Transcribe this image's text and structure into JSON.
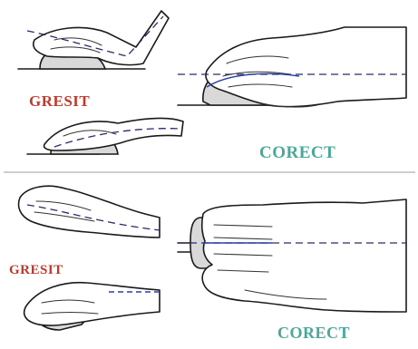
{
  "labels": {
    "top_wrong": "GRESIT",
    "top_right": "CORECT",
    "bottom_wrong": "GRESIT",
    "bottom_right": "CORECT"
  },
  "colors": {
    "wrong": "#c0392b",
    "right": "#4aa89a",
    "divider": "#b0b0b0",
    "guide_line": "#2b3fa6"
  }
}
